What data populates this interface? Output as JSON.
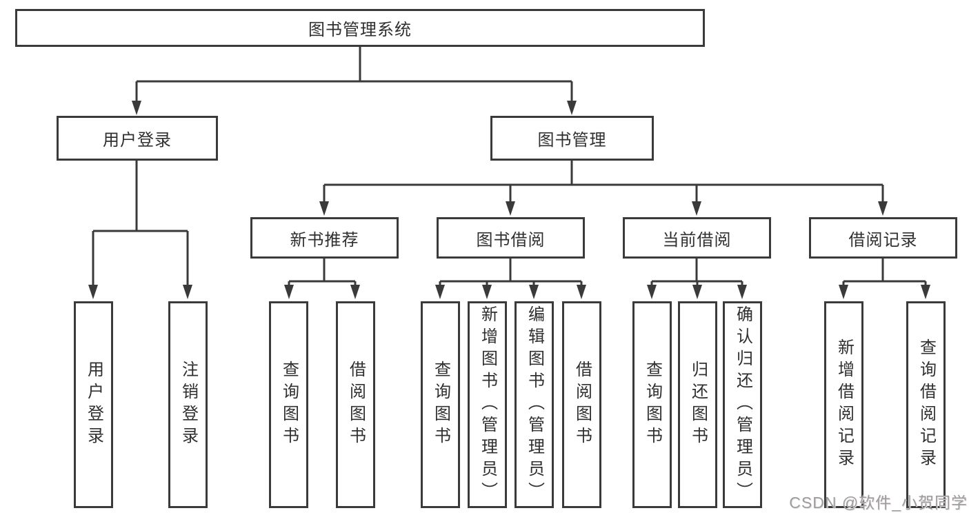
{
  "diagram": {
    "root": "图书管理系统",
    "user_login": {
      "label": "用户登录",
      "children": [
        "用户登录",
        "注销登录"
      ]
    },
    "book_mgmt": {
      "label": "图书管理",
      "sections": [
        {
          "label": "新书推荐",
          "children": [
            "查询图书",
            "借阅图书"
          ]
        },
        {
          "label": "图书借阅",
          "children": [
            "查询图书",
            "新增图书（管理员）",
            "编辑图书（管理员）",
            "借阅图书"
          ]
        },
        {
          "label": "当前借阅",
          "children": [
            "查询图书",
            "归还图书",
            "确认归还（管理员）"
          ]
        },
        {
          "label": "借阅记录",
          "children": [
            "新增借阅记录",
            "查询借阅记录"
          ]
        }
      ]
    },
    "watermark": "CSDN @软件_小贺同学",
    "colors": {
      "line": "#3a3a3a",
      "border": "#3a3a3a",
      "text": "#2f2f2f",
      "watermark": "#9d9d9d",
      "background": "#ffffff"
    }
  }
}
